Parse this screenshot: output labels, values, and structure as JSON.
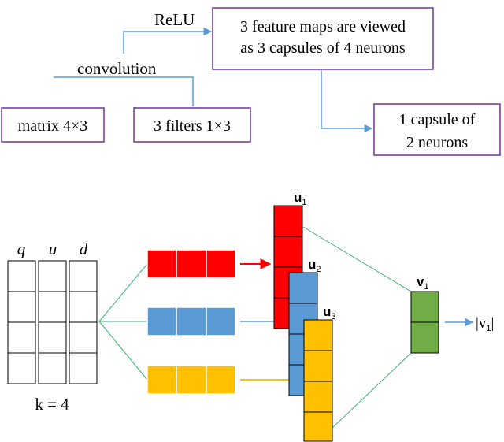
{
  "flow": {
    "relu_label": "ReLU",
    "convolution_label": "convolution",
    "matrix_box": "matrix 4×3",
    "filters_box": "3 filters 1×3",
    "feature_maps_line1": "3 feature maps are viewed",
    "feature_maps_line2": "as 3 capsules of 4 neurons",
    "capsule_line1": "1 capsule of",
    "capsule_line2": "2 neurons",
    "box_border_color": "#7030a0",
    "arrow_color": "#5b9bd5"
  },
  "matrix": {
    "columns": [
      "q",
      "u",
      "d"
    ],
    "rows": 4,
    "caption": "k = 4"
  },
  "filters": {
    "colors": [
      "#ff0000",
      "#5b9bd5",
      "#ffc000"
    ],
    "cells": 3
  },
  "capsules": {
    "u1": {
      "letter": "u",
      "sub": "1",
      "color": "#ff0000"
    },
    "u2": {
      "letter": "u",
      "sub": "2",
      "color": "#5b9bd5"
    },
    "u3": {
      "letter": "u",
      "sub": "3",
      "color": "#ffc000"
    },
    "v1": {
      "letter": "v",
      "sub": "1",
      "color": "#70ad47"
    },
    "output_label": "|v",
    "output_sub": "1",
    "output_close": "|"
  },
  "connector_color": "#3cb371"
}
